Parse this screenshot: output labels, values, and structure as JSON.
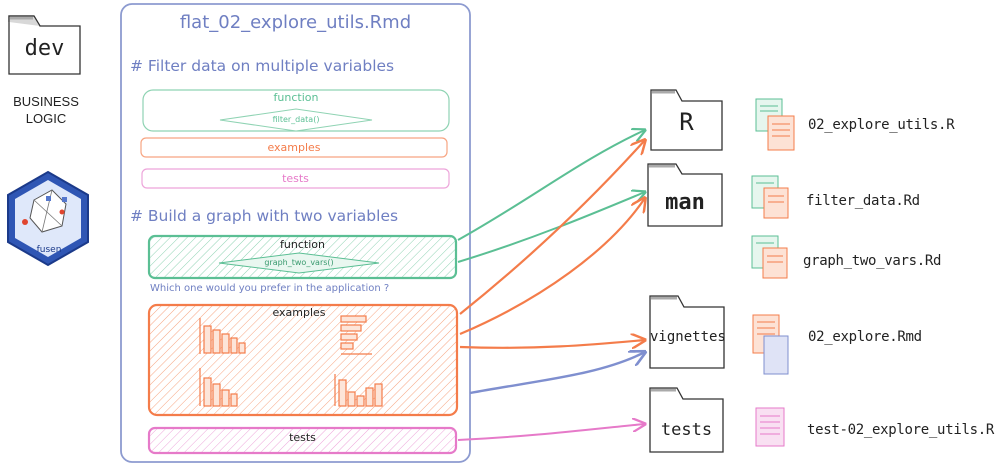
{
  "left": {
    "dev_folder_label": "dev",
    "business_logic_line1": "BUSINESS",
    "business_logic_line2": "LOGIC",
    "logo_text": "fusen"
  },
  "flat_file": {
    "title": "flat_02_explore_utils.Rmd",
    "section1": {
      "heading": "# Filter data on multiple variables",
      "function_label": "function",
      "function_name": "filter_data()",
      "examples_label": "examples",
      "tests_label": "tests"
    },
    "section2": {
      "heading": "# Build a graph with two variables",
      "function_label": "function",
      "function_name": "graph_two_vars()",
      "question": "Which one would you prefer in the application ?",
      "examples_label": "examples",
      "tests_label": "tests"
    }
  },
  "folders": [
    {
      "label": "R"
    },
    {
      "label": "man"
    },
    {
      "label": "vignettes"
    },
    {
      "label": "tests"
    }
  ],
  "files": [
    {
      "label": "02_explore_utils.R"
    },
    {
      "label": "filter_data.Rd"
    },
    {
      "label": "graph_two_vars.Rd"
    },
    {
      "label": "02_explore.Rmd"
    },
    {
      "label": "test-02_explore_utils.R"
    }
  ],
  "colors": {
    "function": "#5bbf94",
    "examples": "#f47c4a",
    "tests": "#e67ac9",
    "vignette": "#7f8fcf",
    "frame": "#8d9bd0"
  }
}
